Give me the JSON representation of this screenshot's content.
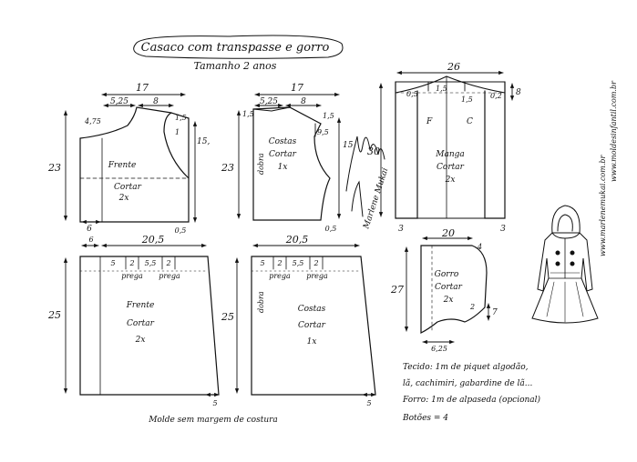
{
  "title": "Casaco com transpasse e gorro",
  "subtitle": "Tamanho 2 anos",
  "footer_note": "Molde sem margem de costura",
  "side_credit": "www.marlenemukai.com.br",
  "side_credit_2": "www.moldesinfantil.com.br",
  "signature": "Marlene Mukai",
  "front_bodice": {
    "label": "Frente",
    "cut": "Cortar",
    "qty": "2x",
    "width": "17",
    "top_left": "5,25",
    "top_right": "8",
    "left_small": "4,75",
    "right_small": "1,5",
    "neck_mark": "1",
    "right_height": "15,",
    "height": "23",
    "bottom_left": "6",
    "bottom_right": "0,5"
  },
  "back_bodice": {
    "label": "Costas",
    "cut": "Cortar",
    "qty": "1x",
    "fold": "dobra",
    "width": "17",
    "top_left": "5,25",
    "top_right": "8",
    "left_small": "1,5",
    "right_small": "1,5",
    "mid_mark": "9,5",
    "right_height": "15",
    "height": "23",
    "bottom_right": "0,5"
  },
  "sleeve": {
    "label": "Manga",
    "cut": "Cortar",
    "qty": "2x",
    "front_mark": "F",
    "back_mark": "C",
    "width": "26",
    "left_cap": "0,5",
    "mid_mark": "1,5",
    "right_mark": "0,2",
    "cap_height": "8",
    "height": "30",
    "bottom_left": "3",
    "bottom_right": "3"
  },
  "front_skirt": {
    "label": "Frente",
    "cut": "Cortar",
    "qty": "2x",
    "width": "20,5",
    "left_extra": "6",
    "d1": "5",
    "d2": "2",
    "d3": "5,5",
    "d4": "2",
    "pleat_label": "prega",
    "height": "25",
    "bottom_right": "5"
  },
  "back_skirt": {
    "label": "Costas",
    "cut": "Cortar",
    "qty": "1x",
    "fold": "dobra",
    "width": "20,5",
    "d1": "5",
    "d2": "2",
    "d3": "5,5",
    "d4": "2",
    "pleat_label": "prega",
    "height": "25",
    "bottom_right": "5"
  },
  "hood": {
    "label": "Gorro",
    "cut": "Cortar",
    "qty": "2x",
    "width": "20",
    "corner": "4",
    "height": "27",
    "right_small": "7",
    "right_inner": "2",
    "bottom": "6,25"
  },
  "materials": {
    "fabric_line1": "Tecido: 1m de piquet algodão,",
    "fabric_line2": "lã, cachimiri, gabardine de lã...",
    "lining": "Forro: 1m de alpaseda (opcional)",
    "buttons": "Botões = 4"
  }
}
